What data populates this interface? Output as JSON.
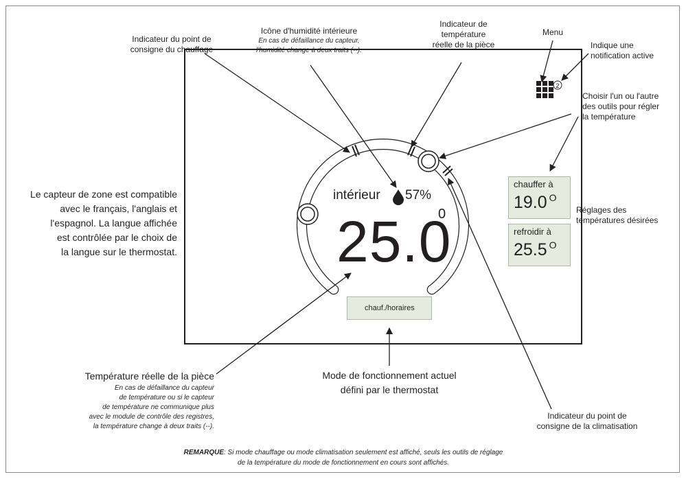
{
  "thermostat": {
    "indoor_label": "intérieur",
    "humidity": "57%",
    "temperature": "25.0",
    "temp_degree": "0",
    "mode_label": "chauf./horaires",
    "notification_count": "2",
    "heat_setpoint": {
      "label": "chauffer à",
      "value": "19.0",
      "degree": "O"
    },
    "cool_setpoint": {
      "label": "refroidir à",
      "value": "25.5",
      "degree": "O"
    }
  },
  "annotations": {
    "heat_indicator": [
      "Indicateur du point de",
      "consigne du chauffage"
    ],
    "humidity_title": "Icône d'humidité intérieure",
    "humidity_note": [
      "En cas de défaillance du capteur,",
      "l'humidité change à deux traits (--)."
    ],
    "actual_indicator": [
      "Indicateur de",
      "température",
      "réelle de la pièce"
    ],
    "menu": "Menu",
    "notification": [
      "Indique une",
      "notification active"
    ],
    "choose_tools": [
      "Choisir l'un ou l'autre",
      "des outils pour régler",
      "la température"
    ],
    "desired_settings": [
      "Réglages des",
      "températures désirées"
    ],
    "language": [
      "Le capteur de zone est compatible",
      "avec le français, l'anglais et",
      "l'espagnol. La langue affichée",
      "est contrôlée par le choix de",
      "la langue sur le thermostat."
    ],
    "actual_temp_title": "Température réelle de la pièce",
    "actual_temp_note": [
      "En cas de défaillance du capteur",
      "de température ou si le capteur",
      "de température ne communique plus",
      "avec le module de contrôle des registres,",
      "la température change à deux traits (--)."
    ],
    "mode_caption": [
      "Mode de fonctionnement actuel",
      "défini par le thermostat"
    ],
    "cool_indicator": [
      "Indicateur du point de",
      "consigne de la climatisation"
    ],
    "note_bold": "REMARQUE",
    "note_lines": [
      ": Si mode chauffage ou mode climatisation seulement est affiché, seuls les outils de réglage",
      "de la température du mode de fonctionnement en cours sont affichés."
    ]
  }
}
